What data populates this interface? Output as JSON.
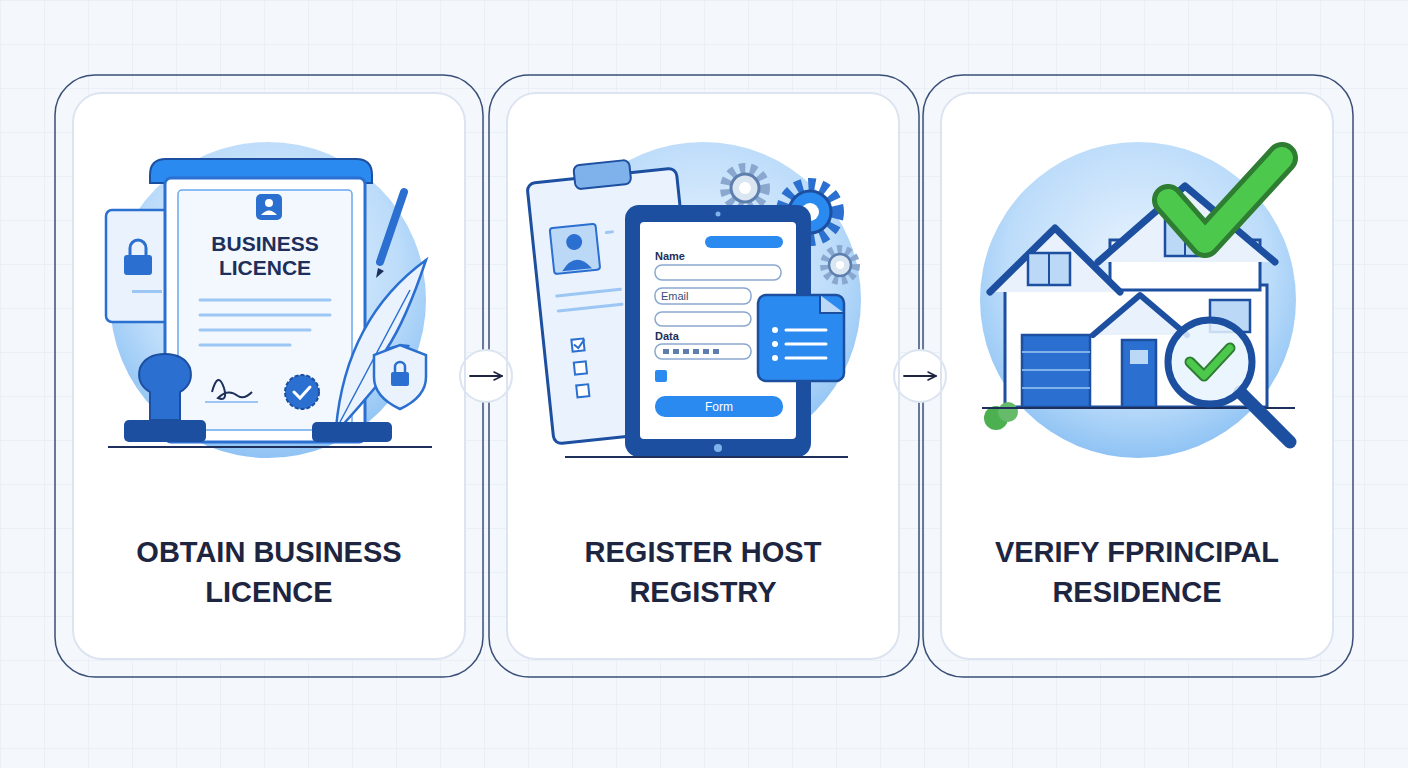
{
  "diagram": {
    "nodes": [
      {
        "text": [
          "OBTAIN BUSINESS LICENCE"
        ]
      },
      {
        "text": [
          "REGISTER HOST REGISTRY"
        ]
      },
      {
        "text": [
          "VERIFY FPRINCIPAL RESIDENCE"
        ]
      }
    ],
    "edges": [
      {
        "from": 0,
        "to": 1,
        "arrow": "to"
      },
      {
        "from": 1,
        "to": 2,
        "arrow": "to"
      }
    ],
    "labels": [
      "BUSINESS LICENCE",
      "Name",
      "Email",
      "Data",
      "Form"
    ]
  }
}
